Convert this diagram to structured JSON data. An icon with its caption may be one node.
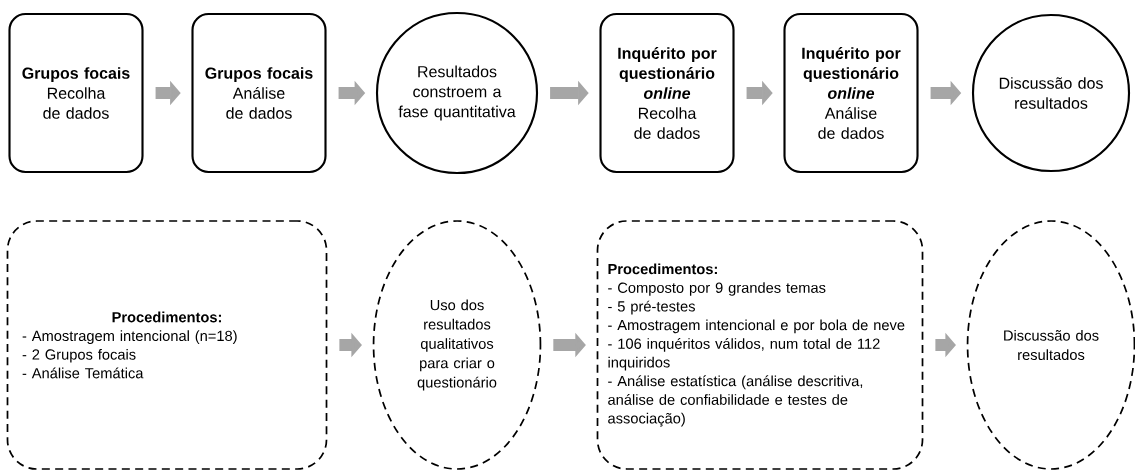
{
  "diagram": {
    "nodes": [
      {
        "text": [
          "Grupos focais",
          "Recolha de dados"
        ]
      },
      {
        "text": [
          "Grupos focais",
          "Análise de dados"
        ]
      },
      {
        "text": [
          "Resultados constroem a fase quantitativa"
        ]
      },
      {
        "text": [
          "Inquérito por questionário *online*",
          "Recolha de dados"
        ]
      },
      {
        "text": [
          "Inquérito por questionário *online*",
          "Análise de dados"
        ]
      },
      {
        "text": [
          "Discussão dos resultados"
        ]
      },
      {
        "text": [
          "Procedimentos:",
          "- Amostragem intencional (n=18)",
          "- 2 Grupos focais",
          "- Análise Temática"
        ]
      },
      {
        "text": [
          "Uso dos resultados qualitativos para criar o questionário"
        ]
      },
      {
        "text": [
          "Procedimentos:",
          "- Composto por 9 grandes temas",
          "- 5 pré-testes",
          "- Amostragem intencional e por bola de neve",
          "- 106 inquéritos válidos, num total de 112 inquiridos",
          "- Análise estatística (análise descritiva, análise de confiabilidade e testes de associação)"
        ]
      },
      {
        "text": [
          "Discussão dos resultados"
        ]
      }
    ],
    "edges": [
      {
        "from": 0,
        "to": 1,
        "arrow": "to"
      },
      {
        "from": 1,
        "to": 2,
        "arrow": "to"
      },
      {
        "from": 2,
        "to": 3,
        "arrow": "to"
      },
      {
        "from": 3,
        "to": 4,
        "arrow": "to"
      },
      {
        "from": 4,
        "to": 5,
        "arrow": "to"
      },
      {
        "from": 6,
        "to": 7,
        "arrow": "to"
      },
      {
        "from": 7,
        "to": 8,
        "arrow": "to"
      },
      {
        "from": 8,
        "to": 9,
        "arrow": "to"
      }
    ]
  }
}
